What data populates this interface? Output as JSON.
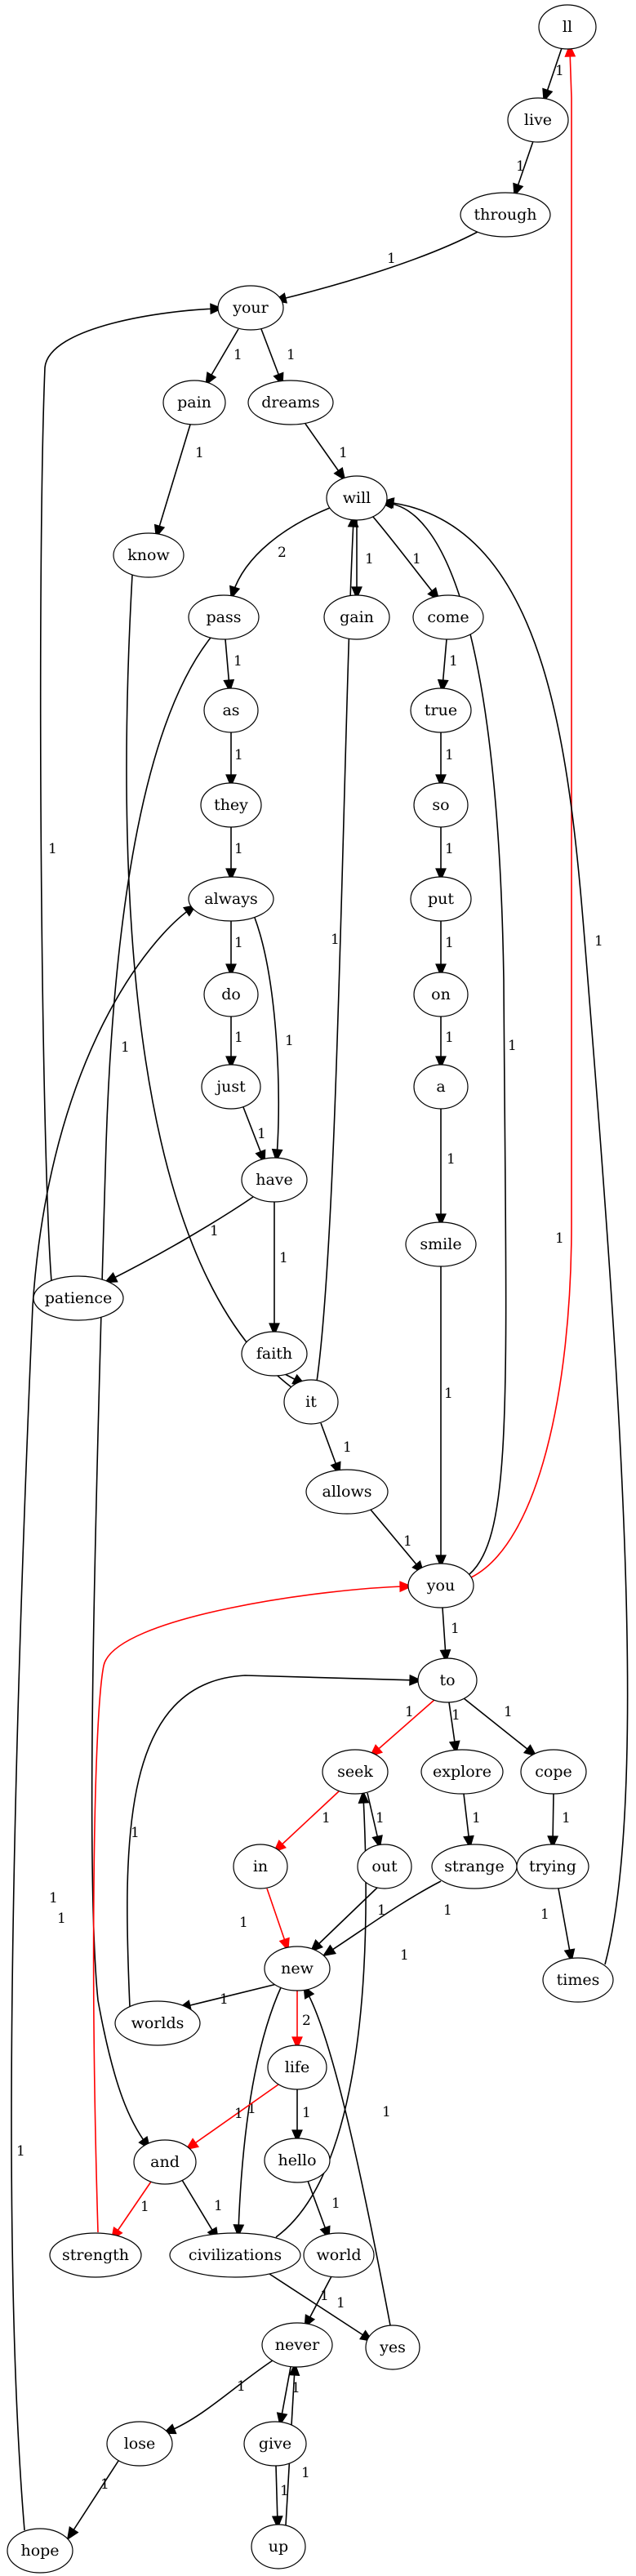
{
  "nodes": {
    "ll": "ll",
    "live": "live",
    "through": "through",
    "your": "your",
    "pain": "pain",
    "dreams": "dreams",
    "know": "know",
    "will": "will",
    "pass": "pass",
    "gain": "gain",
    "come": "come",
    "as": "as",
    "true": "true",
    "they": "they",
    "so": "so",
    "always": "always",
    "put": "put",
    "do": "do",
    "on": "on",
    "just": "just",
    "a": "a",
    "have": "have",
    "smile": "smile",
    "patience": "patience",
    "faith": "faith",
    "it": "it",
    "allows": "allows",
    "you": "you",
    "to": "to",
    "seek": "seek",
    "explore": "explore",
    "cope": "cope",
    "in": "in",
    "out": "out",
    "strange": "strange",
    "trying": "trying",
    "new": "new",
    "times": "times",
    "worlds": "worlds",
    "life": "life",
    "and": "and",
    "hello": "hello",
    "strength": "strength",
    "civilizations": "civilizations",
    "world": "world",
    "never": "never",
    "yes": "yes",
    "lose": "lose",
    "give": "give",
    "hope": "hope",
    "up": "up"
  },
  "edges": [
    {
      "from": "ll",
      "to": "live",
      "label": "1",
      "color": "#000000"
    },
    {
      "from": "live",
      "to": "through",
      "label": "1",
      "color": "#000000"
    },
    {
      "from": "through",
      "to": "your",
      "label": "1",
      "color": "#000000"
    },
    {
      "from": "your",
      "to": "pain",
      "label": "1",
      "color": "#000000"
    },
    {
      "from": "your",
      "to": "dreams",
      "label": "1",
      "color": "#000000"
    },
    {
      "from": "pain",
      "to": "know",
      "label": "1",
      "color": "#000000"
    },
    {
      "from": "dreams",
      "to": "will",
      "label": "1",
      "color": "#000000"
    },
    {
      "from": "will",
      "to": "pass",
      "label": "2",
      "color": "#000000"
    },
    {
      "from": "will",
      "to": "gain",
      "label": "1",
      "color": "#000000"
    },
    {
      "from": "will",
      "to": "come",
      "label": "1",
      "color": "#000000"
    },
    {
      "from": "pass",
      "to": "as",
      "label": "1",
      "color": "#000000"
    },
    {
      "from": "come",
      "to": "true",
      "label": "1",
      "color": "#000000"
    },
    {
      "from": "as",
      "to": "they",
      "label": "1",
      "color": "#000000"
    },
    {
      "from": "true",
      "to": "so",
      "label": "1",
      "color": "#000000"
    },
    {
      "from": "they",
      "to": "always",
      "label": "1",
      "color": "#000000"
    },
    {
      "from": "so",
      "to": "put",
      "label": "1",
      "color": "#000000"
    },
    {
      "from": "always",
      "to": "do",
      "label": "1",
      "color": "#000000"
    },
    {
      "from": "always",
      "to": "have",
      "label": "1",
      "color": "#000000"
    },
    {
      "from": "put",
      "to": "on",
      "label": "1",
      "color": "#000000"
    },
    {
      "from": "do",
      "to": "just",
      "label": "1",
      "color": "#000000"
    },
    {
      "from": "on",
      "to": "a",
      "label": "1",
      "color": "#000000"
    },
    {
      "from": "just",
      "to": "have",
      "label": "1",
      "color": "#000000"
    },
    {
      "from": "a",
      "to": "smile",
      "label": "1",
      "color": "#000000"
    },
    {
      "from": "have",
      "to": "patience",
      "label": "1",
      "color": "#000000"
    },
    {
      "from": "have",
      "to": "faith",
      "label": "1",
      "color": "#000000"
    },
    {
      "from": "faith",
      "to": "it",
      "label": "1",
      "color": "#000000"
    },
    {
      "from": "know",
      "to": "it",
      "label": "1",
      "color": "#000000"
    },
    {
      "from": "it",
      "to": "will",
      "label": "1",
      "color": "#000000"
    },
    {
      "from": "it",
      "to": "allows",
      "label": "1",
      "color": "#000000"
    },
    {
      "from": "allows",
      "to": "you",
      "label": "1",
      "color": "#000000"
    },
    {
      "from": "smile",
      "to": "you",
      "label": "1",
      "color": "#000000"
    },
    {
      "from": "you",
      "to": "will",
      "label": "1",
      "color": "#000000"
    },
    {
      "from": "you",
      "to": "ll",
      "label": "1",
      "color": "#ff0000"
    },
    {
      "from": "patience",
      "to": "your",
      "label": "1",
      "color": "#000000"
    },
    {
      "from": "you",
      "to": "to",
      "label": "1",
      "color": "#000000"
    },
    {
      "from": "to",
      "to": "seek",
      "label": "1",
      "color": "#ff0000"
    },
    {
      "from": "to",
      "to": "explore",
      "label": "1",
      "color": "#000000"
    },
    {
      "from": "to",
      "to": "cope",
      "label": "1",
      "color": "#000000"
    },
    {
      "from": "seek",
      "to": "in",
      "label": "1",
      "color": "#ff0000"
    },
    {
      "from": "seek",
      "to": "out",
      "label": "1",
      "color": "#000000"
    },
    {
      "from": "explore",
      "to": "strange",
      "label": "1",
      "color": "#000000"
    },
    {
      "from": "cope",
      "to": "trying",
      "label": "1",
      "color": "#000000"
    },
    {
      "from": "in",
      "to": "new",
      "label": "1",
      "color": "#ff0000"
    },
    {
      "from": "out",
      "to": "new",
      "label": "1",
      "color": "#000000"
    },
    {
      "from": "strange",
      "to": "new",
      "label": "1",
      "color": "#000000"
    },
    {
      "from": "trying",
      "to": "times",
      "label": "1",
      "color": "#000000"
    },
    {
      "from": "times",
      "to": "will",
      "label": "1",
      "color": "#000000"
    },
    {
      "from": "new",
      "to": "worlds",
      "label": "1",
      "color": "#000000"
    },
    {
      "from": "new",
      "to": "life",
      "label": "2",
      "color": "#ff0000"
    },
    {
      "from": "new",
      "to": "civilizations",
      "label": "1",
      "color": "#000000"
    },
    {
      "from": "worlds",
      "to": "to",
      "label": "1",
      "color": "#000000"
    },
    {
      "from": "life",
      "to": "and",
      "label": "1",
      "color": "#ff0000"
    },
    {
      "from": "life",
      "to": "hello",
      "label": "1",
      "color": "#000000"
    },
    {
      "from": "pass",
      "to": "and",
      "label": "1",
      "color": "#000000"
    },
    {
      "from": "and",
      "to": "strength",
      "label": "1",
      "color": "#ff0000"
    },
    {
      "from": "and",
      "to": "civilizations",
      "label": "1",
      "color": "#000000"
    },
    {
      "from": "hello",
      "to": "world",
      "label": "1",
      "color": "#000000"
    },
    {
      "from": "strength",
      "to": "you",
      "label": "1",
      "color": "#ff0000"
    },
    {
      "from": "civilizations",
      "to": "seek",
      "label": "1",
      "color": "#000000"
    },
    {
      "from": "civilizations",
      "to": "yes",
      "label": "1",
      "color": "#000000"
    },
    {
      "from": "world",
      "to": "never",
      "label": "1",
      "color": "#000000"
    },
    {
      "from": "yes",
      "to": "new",
      "label": "1",
      "color": "#000000"
    },
    {
      "from": "never",
      "to": "lose",
      "label": "1",
      "color": "#000000"
    },
    {
      "from": "never",
      "to": "give",
      "label": "1",
      "color": "#000000"
    },
    {
      "from": "lose",
      "to": "hope",
      "label": "1",
      "color": "#000000"
    },
    {
      "from": "give",
      "to": "up",
      "label": "1",
      "color": "#000000"
    },
    {
      "from": "up",
      "to": "never",
      "label": "1",
      "color": "#000000"
    },
    {
      "from": "hope",
      "to": "always",
      "label": "1",
      "color": "#000000"
    }
  ]
}
